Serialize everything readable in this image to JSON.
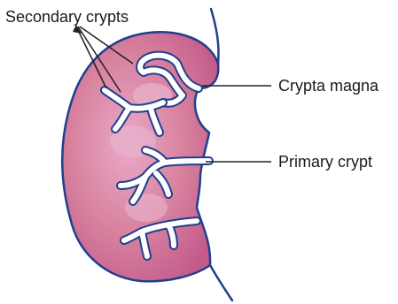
{
  "labels": {
    "secondary_crypts": "Secondary crypts",
    "crypta_magna": "Crypta magna",
    "primary_crypt": "Primary crypt"
  },
  "colors": {
    "tissue_fill": "#cf6f9a",
    "tissue_light": "#e7a6c3",
    "crypt_channel": "#ffffff",
    "outline": "#1f3f8f",
    "leader": "#222222"
  }
}
